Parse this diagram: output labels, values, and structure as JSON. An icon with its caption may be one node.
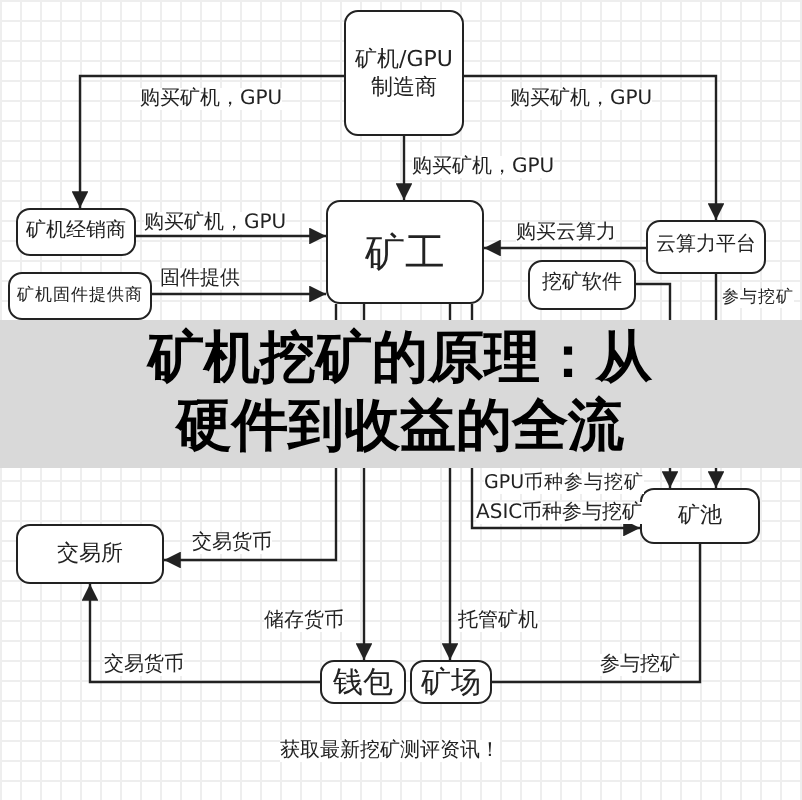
{
  "diagram": {
    "title": "矿机挖矿的原理：从硬件到收益的全流",
    "nodes": [
      {
        "text": [
          "矿机/GPU制造商"
        ]
      },
      {
        "text": [
          "矿机经销商"
        ]
      },
      {
        "text": [
          "矿工"
        ]
      },
      {
        "text": [
          "云算力平台"
        ]
      },
      {
        "text": [
          "挖矿软件"
        ]
      },
      {
        "text": [
          "矿机固件提供商"
        ]
      },
      {
        "text": [
          "矿池"
        ]
      },
      {
        "text": [
          "交易所"
        ]
      },
      {
        "text": [
          "钱包"
        ]
      },
      {
        "text": [
          "矿场"
        ]
      }
    ],
    "edges": [
      {
        "from": 0,
        "to": 1,
        "arrow": "to",
        "label": "购买矿机，GPU"
      },
      {
        "from": 0,
        "to": 3,
        "arrow": "to",
        "label": "购买矿机，GPU"
      },
      {
        "from": 0,
        "to": 2,
        "arrow": "to",
        "label": "购买矿机，GPU"
      },
      {
        "from": 1,
        "to": 2,
        "arrow": "to",
        "label": "购买矿机，GPU"
      },
      {
        "from": 5,
        "to": 2,
        "arrow": "to",
        "label": "固件提供"
      },
      {
        "from": 3,
        "to": 2,
        "arrow": "to",
        "label": "购买云算力"
      },
      {
        "from": 4,
        "to": 6,
        "arrow": "to",
        "label": "GPU币种参与挖矿"
      },
      {
        "from": 2,
        "to": 6,
        "arrow": "to",
        "label": "ASIC币种参与挖矿"
      },
      {
        "from": 3,
        "to": 6,
        "arrow": "to",
        "label": "参与挖矿"
      },
      {
        "from": 2,
        "to": 7,
        "arrow": "to",
        "label": "交易货币"
      },
      {
        "from": 2,
        "to": 8,
        "arrow": "to",
        "label": "储存货币"
      },
      {
        "from": 2,
        "to": 9,
        "arrow": "to",
        "label": "托管矿机"
      },
      {
        "from": 8,
        "to": 7,
        "arrow": "to",
        "label": "交易货币"
      },
      {
        "from": 9,
        "to": 6,
        "arrow": "none",
        "label": "参与挖矿"
      }
    ],
    "labels": [
      "获取最新挖矿测评资讯！"
    ]
  }
}
